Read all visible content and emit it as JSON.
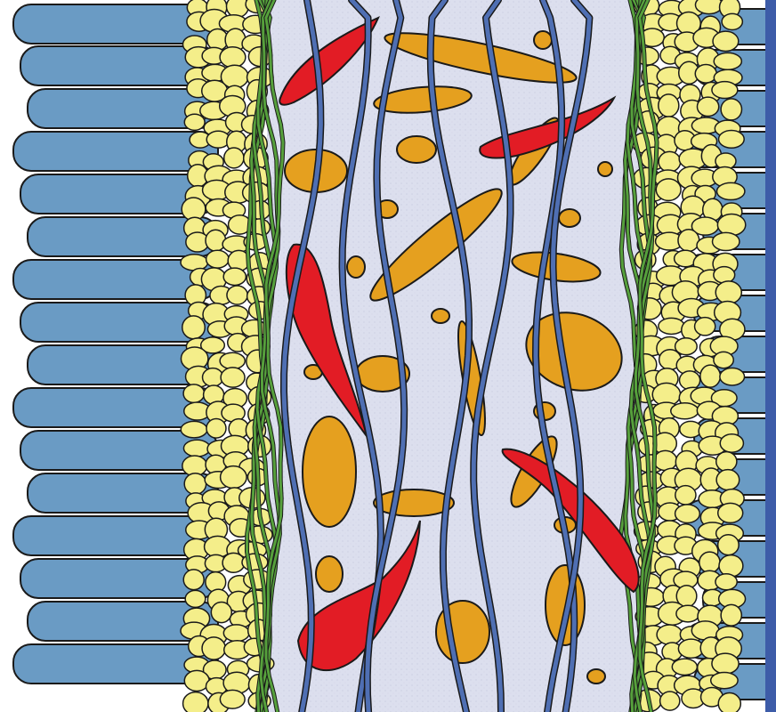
{
  "diagram": {
    "colors": {
      "background": "#ffffff",
      "matrix": "#dcdfee",
      "outline": "#1a1a1a",
      "epithelial_cell": "#6a9bc4",
      "lipid_droplet": "#f4ee8a",
      "collagen_fiber": "#56a03c",
      "blue_fiber": "#4f6fb3",
      "orange_particle": "#e5a01f",
      "red_particle": "#e21c25",
      "edge_bar": "#3d5ca8"
    },
    "layers": [
      {
        "name": "epithelial-cell-layer",
        "side": "both",
        "icon": "elongated-blue-cell"
      },
      {
        "name": "lipid-droplet-layer",
        "side": "both",
        "icon": "yellow-round-droplet"
      },
      {
        "name": "collagen-fiber-band",
        "side": "both",
        "icon": "green-wavy-fiber"
      },
      {
        "name": "central-matrix",
        "side": "center",
        "icon": "gray-speckled-matrix"
      },
      {
        "name": "longitudinal-fibers",
        "side": "center",
        "icon": "blue-wavy-fiber"
      },
      {
        "name": "orange-inclusions",
        "side": "center",
        "icon": "orange-blob"
      },
      {
        "name": "red-inclusions",
        "side": "center",
        "icon": "red-teardrop"
      }
    ]
  }
}
